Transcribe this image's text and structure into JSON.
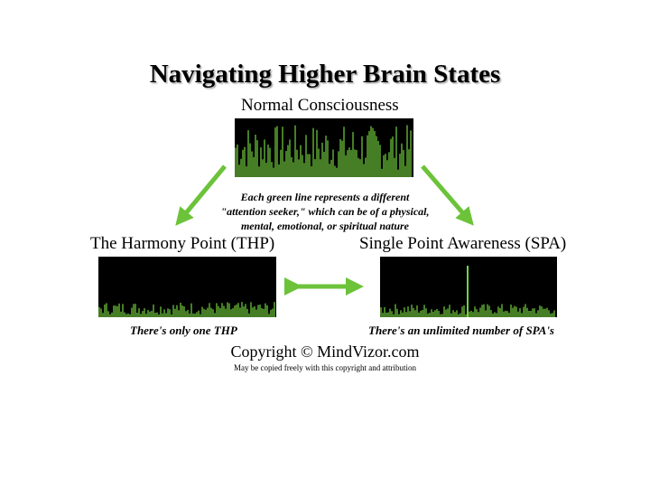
{
  "title": "Navigating Higher Brain States",
  "states": {
    "normal": {
      "label": "Normal Consciousness"
    },
    "thp": {
      "label": "The Harmony Point (THP)",
      "caption": "There's only one THP"
    },
    "spa": {
      "label": "Single Point Awareness (SPA)",
      "caption": "There's an unlimited number of SPA's"
    }
  },
  "note": {
    "line1": "Each green line represents a different",
    "line2": "\"attention seeker,\" which can be of a physical,",
    "line3": "mental, emotional, or spiritual nature"
  },
  "copyright": "Copyright © MindVizor.com",
  "permission": "May be copied freely with this copyright and attribution",
  "colors": {
    "arrow": "#6cc33a",
    "signal": "#74d13f",
    "panel_bg": "#000000"
  }
}
